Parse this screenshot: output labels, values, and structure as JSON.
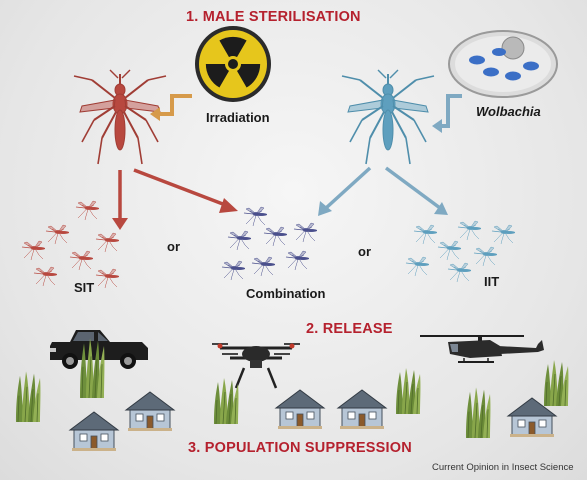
{
  "titles": {
    "step1": "1. MALE STERILISATION",
    "step2": "2. RELEASE",
    "step3": "3. POPULATION SUPPRESSION"
  },
  "labels": {
    "irradiation": "Irradiation",
    "wolbachia": "Wolbachia",
    "or_left": "or",
    "or_right": "or",
    "sit": "SIT",
    "combination": "Combination",
    "iit": "IIT"
  },
  "credit": "Current Opinion in Insect Science",
  "colors": {
    "title_red": "#b5212e",
    "sit_red": "#b8483f",
    "iit_blue": "#5e9fbe",
    "combo_purple": "#4a4f8c",
    "radiation_yellow": "#e6c61c",
    "arrow_orange": "#d69a4a",
    "bacteria_blue": "#3b6fc6"
  },
  "icons": [
    "radiation-icon",
    "wolbachia-cell-icon",
    "pickup-truck-icon",
    "drone-icon",
    "helicopter-icon",
    "house-icon",
    "grass-icon",
    "mosquito-icon"
  ]
}
